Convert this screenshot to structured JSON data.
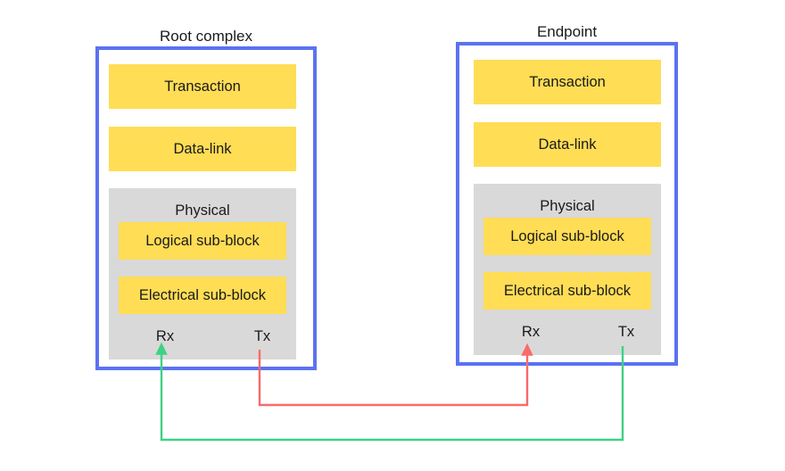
{
  "diagram": {
    "title_left": "Root complex",
    "title_right": "Endpoint",
    "colors": {
      "panel_border": "#5b72f2",
      "layer_fill": "#ffdd55",
      "physical_fill": "#d9d9d9",
      "link_tx_red": "#f96a6a",
      "link_tx_green": "#3dd283",
      "text": "#1a1a1a",
      "background": "#ffffff"
    }
  },
  "root_complex": {
    "title": "Root complex",
    "layers": [
      {
        "label": "Transaction"
      },
      {
        "label": "Data-link"
      }
    ],
    "physical": {
      "label": "Physical",
      "sub_blocks": [
        {
          "label": "Logical sub-block"
        },
        {
          "label": "Electrical sub-block"
        }
      ],
      "ports": [
        {
          "label": "Rx",
          "direction": "in"
        },
        {
          "label": "Tx",
          "direction": "out"
        }
      ]
    }
  },
  "endpoint": {
    "title": "Endpoint",
    "layers": [
      {
        "label": "Transaction"
      },
      {
        "label": "Data-link"
      }
    ],
    "physical": {
      "label": "Physical",
      "sub_blocks": [
        {
          "label": "Logical sub-block"
        },
        {
          "label": "Electrical sub-block"
        }
      ],
      "ports": [
        {
          "label": "Rx",
          "direction": "in"
        },
        {
          "label": "Tx",
          "direction": "out"
        }
      ]
    }
  },
  "links": [
    {
      "name": "root-tx-to-endpoint-rx",
      "color": "#f96a6a",
      "from": "Root complex Tx",
      "to": "Endpoint Rx"
    },
    {
      "name": "endpoint-tx-to-root-rx",
      "color": "#3dd283",
      "from": "Endpoint Tx",
      "to": "Root complex Rx"
    }
  ]
}
